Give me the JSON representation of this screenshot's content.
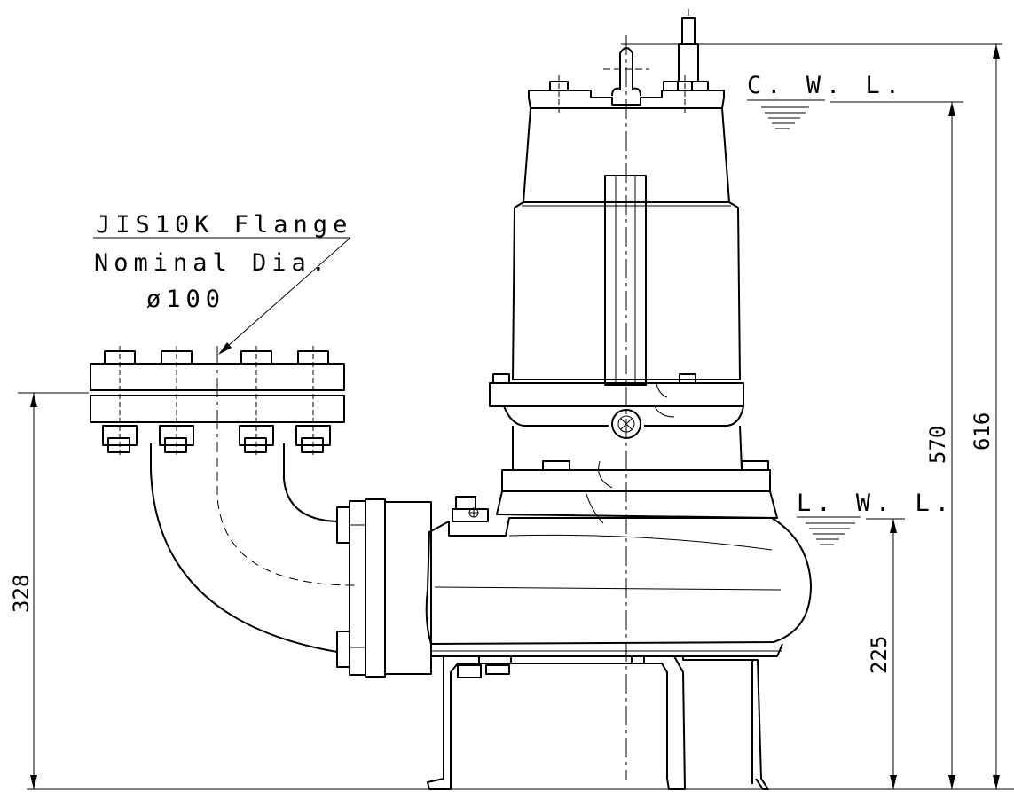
{
  "callout": {
    "line1": "JIS10K Flange",
    "line2": "Nominal Dia.",
    "line3": "ø100"
  },
  "water_levels": {
    "cwl": "C. W. L.",
    "lwl": "L. W. L."
  },
  "dimensions": {
    "total_height": "616",
    "cwl_height": "570",
    "discharge_height": "328",
    "lwl_height": "225"
  }
}
